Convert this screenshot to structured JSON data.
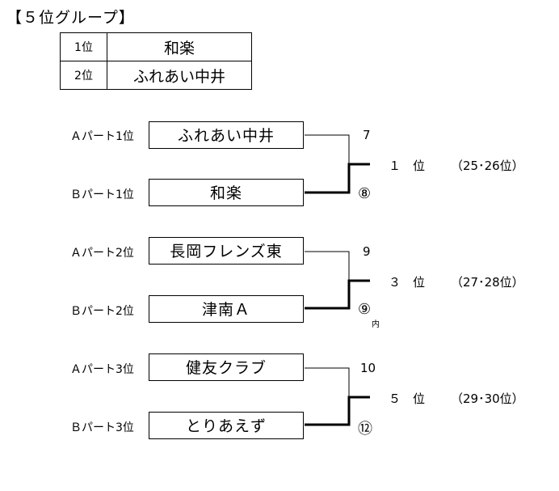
{
  "title": "【５位グループ】",
  "rank_table": [
    {
      "rank": "1位",
      "team": "和楽"
    },
    {
      "rank": "2位",
      "team": "ふれあい中井"
    }
  ],
  "matches": [
    {
      "top_part": "Ａパート1位",
      "top_team": "ふれあい中井",
      "top_num": "7",
      "bottom_part": "Ｂパート1位",
      "bottom_team": "和楽",
      "bottom_num": "⑧",
      "result_rank": "１　位",
      "result_range": "（25･26位）",
      "note": ""
    },
    {
      "top_part": "Ａパート2位",
      "top_team": "長岡フレンズ東",
      "top_num": "9",
      "bottom_part": "Ｂパート2位",
      "bottom_team": "津南Ａ",
      "bottom_num": "⑨",
      "result_rank": "３　位",
      "result_range": "（27･28位）",
      "note": "内"
    },
    {
      "top_part": "Ａパート3位",
      "top_team": "健友クラブ",
      "top_num": "10",
      "bottom_part": "Ｂパート3位",
      "bottom_team": "とりあえず",
      "bottom_num": "⑫",
      "result_rank": "５　位",
      "result_range": "（29･30位）",
      "note": ""
    }
  ]
}
